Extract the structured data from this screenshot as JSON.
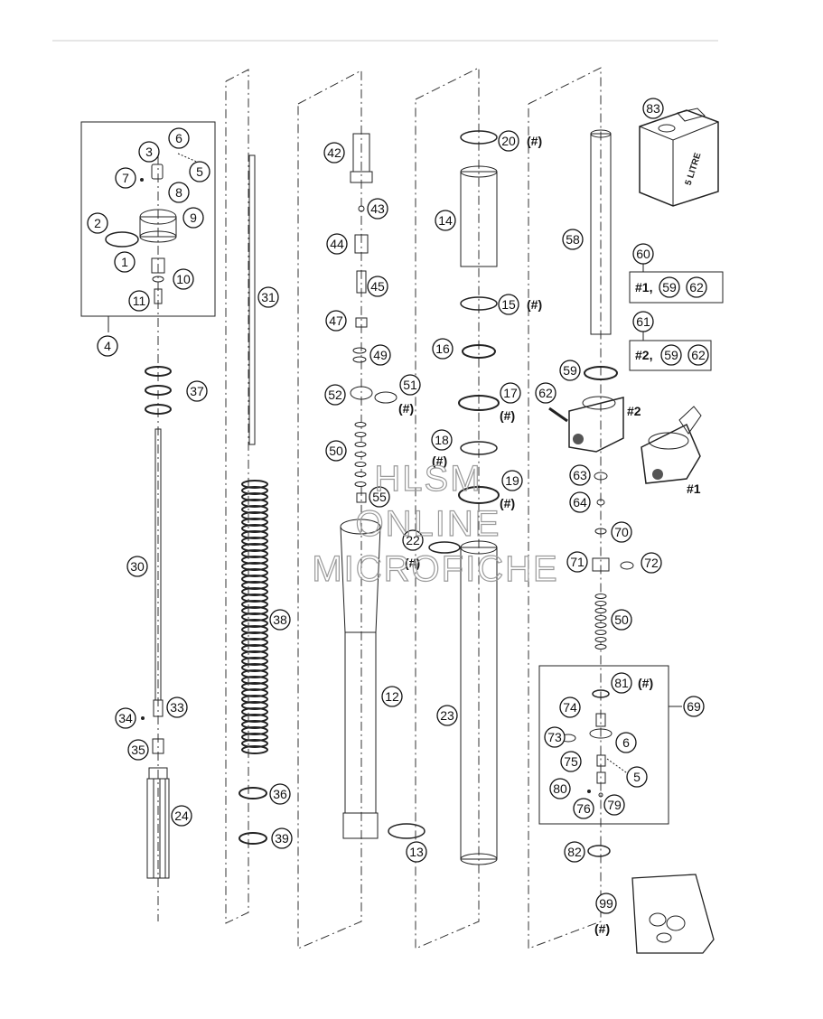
{
  "parts": [
    {
      "id": "p1",
      "label": "1"
    },
    {
      "id": "p2",
      "label": "2"
    },
    {
      "id": "p3",
      "label": "3"
    },
    {
      "id": "p4",
      "label": "4"
    },
    {
      "id": "p5a",
      "label": "5"
    },
    {
      "id": "p5b",
      "label": "5"
    },
    {
      "id": "p6a",
      "label": "6"
    },
    {
      "id": "p6b",
      "label": "6"
    },
    {
      "id": "p7",
      "label": "7"
    },
    {
      "id": "p8",
      "label": "8"
    },
    {
      "id": "p9",
      "label": "9"
    },
    {
      "id": "p10",
      "label": "10"
    },
    {
      "id": "p11",
      "label": "11"
    },
    {
      "id": "p12",
      "label": "12"
    },
    {
      "id": "p13",
      "label": "13"
    },
    {
      "id": "p14",
      "label": "14"
    },
    {
      "id": "p15",
      "label": "15"
    },
    {
      "id": "p16",
      "label": "16"
    },
    {
      "id": "p17",
      "label": "17"
    },
    {
      "id": "p18",
      "label": "18"
    },
    {
      "id": "p19",
      "label": "19"
    },
    {
      "id": "p20",
      "label": "20"
    },
    {
      "id": "p22",
      "label": "22"
    },
    {
      "id": "p23",
      "label": "23"
    },
    {
      "id": "p24",
      "label": "24"
    },
    {
      "id": "p30",
      "label": "30"
    },
    {
      "id": "p31",
      "label": "31"
    },
    {
      "id": "p33",
      "label": "33"
    },
    {
      "id": "p34",
      "label": "34"
    },
    {
      "id": "p35",
      "label": "35"
    },
    {
      "id": "p36",
      "label": "36"
    },
    {
      "id": "p37",
      "label": "37"
    },
    {
      "id": "p38",
      "label": "38"
    },
    {
      "id": "p39",
      "label": "39"
    },
    {
      "id": "p42",
      "label": "42"
    },
    {
      "id": "p43",
      "label": "43"
    },
    {
      "id": "p44",
      "label": "44"
    },
    {
      "id": "p45",
      "label": "45"
    },
    {
      "id": "p47",
      "label": "47"
    },
    {
      "id": "p49",
      "label": "49"
    },
    {
      "id": "p50a",
      "label": "50"
    },
    {
      "id": "p50b",
      "label": "50"
    },
    {
      "id": "p51",
      "label": "51"
    },
    {
      "id": "p52",
      "label": "52"
    },
    {
      "id": "p55",
      "label": "55"
    },
    {
      "id": "p58",
      "label": "58"
    },
    {
      "id": "p59",
      "label": "59"
    },
    {
      "id": "p60",
      "label": "60"
    },
    {
      "id": "p61",
      "label": "61"
    },
    {
      "id": "p62",
      "label": "62"
    },
    {
      "id": "p63",
      "label": "63"
    },
    {
      "id": "p64",
      "label": "64"
    },
    {
      "id": "p69",
      "label": "69"
    },
    {
      "id": "p70",
      "label": "70"
    },
    {
      "id": "p71",
      "label": "71"
    },
    {
      "id": "p72",
      "label": "72"
    },
    {
      "id": "p73",
      "label": "73"
    },
    {
      "id": "p74",
      "label": "74"
    },
    {
      "id": "p75",
      "label": "75"
    },
    {
      "id": "p76",
      "label": "76"
    },
    {
      "id": "p79",
      "label": "79"
    },
    {
      "id": "p80",
      "label": "80"
    },
    {
      "id": "p81",
      "label": "81"
    },
    {
      "id": "p82",
      "label": "82"
    },
    {
      "id": "p83",
      "label": "83"
    },
    {
      "id": "p99",
      "label": "99"
    }
  ],
  "notes": {
    "hash": "(#)",
    "clamp_2": "#2",
    "clamp_1": "#1"
  },
  "kits": {
    "kit60": {
      "prefix": "#1,",
      "a": "59",
      "b": "62"
    },
    "kit61": {
      "prefix": "#2,",
      "a": "59",
      "b": "62"
    }
  },
  "can_label": "5 LITRE",
  "watermark": {
    "line1": "HLSM",
    "line2": "ONLINE",
    "line3": "MICROFICHE"
  }
}
